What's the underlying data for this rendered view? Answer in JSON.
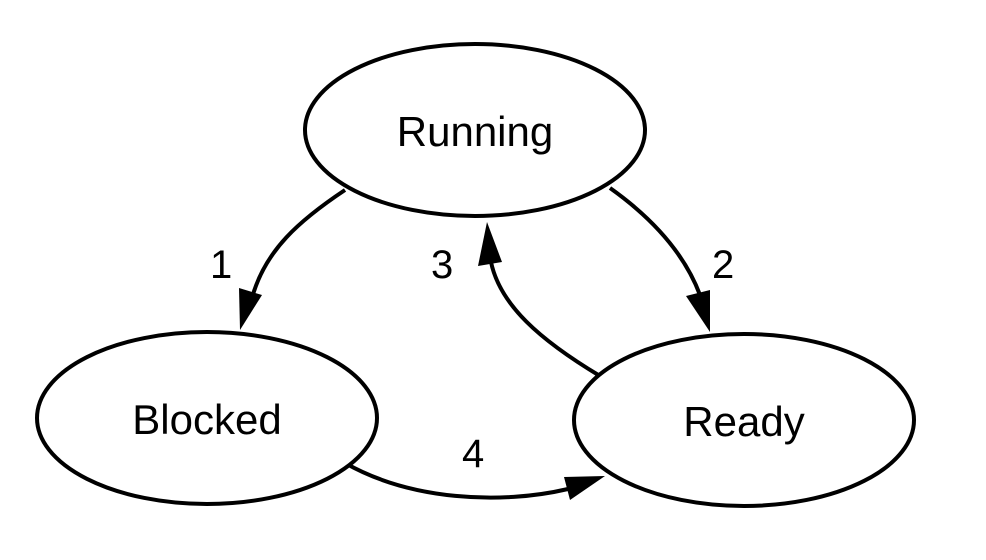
{
  "states": {
    "running": {
      "label": "Running"
    },
    "blocked": {
      "label": "Blocked"
    },
    "ready": {
      "label": "Ready"
    }
  },
  "transitions": [
    {
      "label": "1",
      "from": "Running",
      "to": "Blocked"
    },
    {
      "label": "2",
      "from": "Running",
      "to": "Ready"
    },
    {
      "label": "3",
      "from": "Ready",
      "to": "Running"
    },
    {
      "label": "4",
      "from": "Blocked",
      "to": "Ready"
    }
  ],
  "colors": {
    "stroke": "#000000",
    "fill": "#ffffff"
  }
}
